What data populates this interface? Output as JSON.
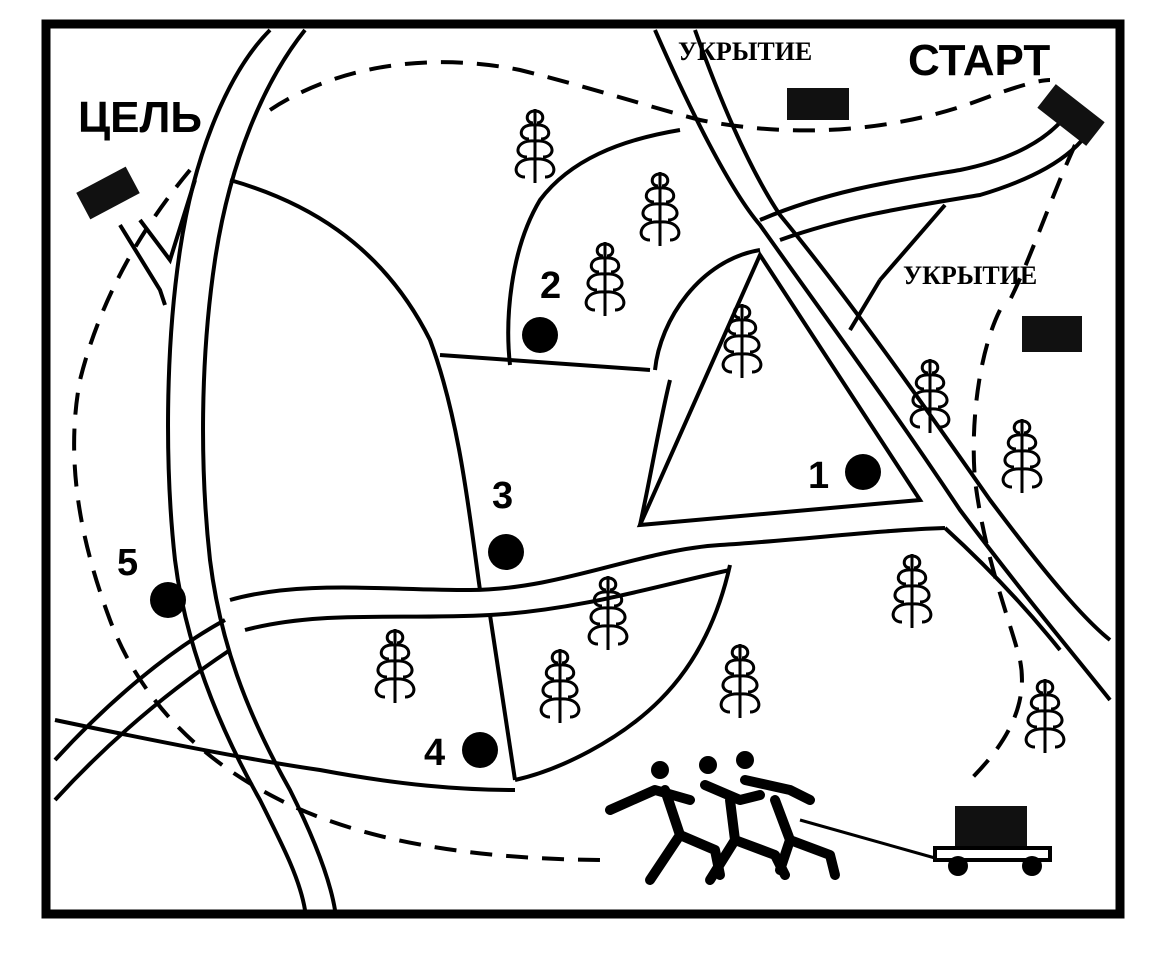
{
  "labels": {
    "goal": "ЦЕЛЬ",
    "start": "СТАРТ",
    "shelter_top": "УКРЫТИЕ",
    "shelter_right": "УКРЫТИЕ"
  },
  "checkpoints": [
    {
      "num": "1"
    },
    {
      "num": "2"
    },
    {
      "num": "3"
    },
    {
      "num": "4"
    },
    {
      "num": "5"
    }
  ],
  "colors": {
    "ink": "#000000",
    "paper": "#ffffff"
  },
  "icons": [
    "tree-icon",
    "flag-icon",
    "shelter-icon",
    "cart-icon",
    "runners-icon",
    "checkpoint-dot-icon"
  ]
}
